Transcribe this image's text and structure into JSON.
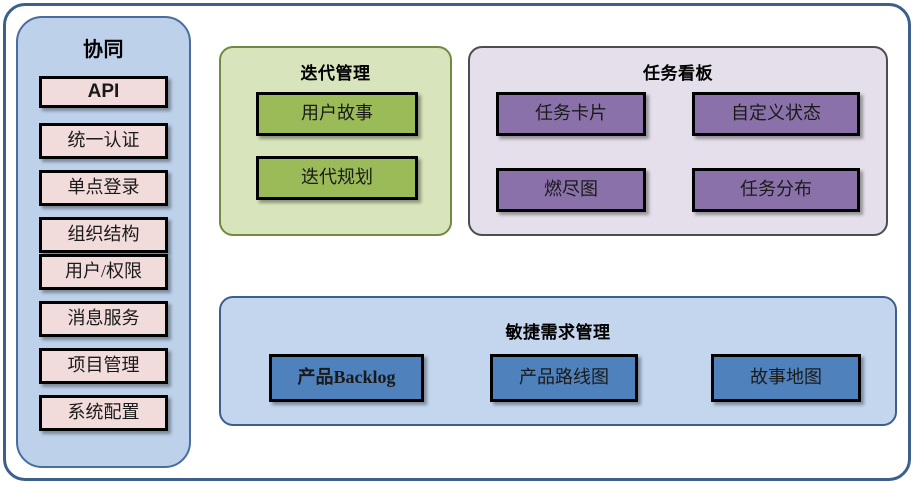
{
  "diagram": {
    "title_semantic": "agile-project-management-architecture",
    "colors": {
      "frame_border": "#3c5f8e",
      "sidebar_fill": "#bdd1ea",
      "sidebar_border": "#4a6d9e",
      "pink_box": "#f2dcdb",
      "green_panel_fill": "#d8e4bc",
      "green_panel_border": "#6f8b3f",
      "green_box": "#9bbb59",
      "purple_panel_fill": "#e4dfea",
      "purple_panel_border": "#4d4d4d",
      "purple_box": "#8b71aa",
      "blue_panel_fill": "#c3d6ee",
      "blue_panel_border": "#3c5f8e",
      "blue_box": "#4f81bd",
      "box_border": "#000000"
    }
  },
  "sidebar": {
    "title": "协同",
    "items": [
      {
        "label": "API"
      },
      {
        "label": "统一认证"
      },
      {
        "label": "单点登录"
      },
      {
        "label": "组织结构"
      },
      {
        "label": "用户/权限"
      },
      {
        "label": "消息服务"
      },
      {
        "label": "项目管理"
      },
      {
        "label": "系统配置"
      }
    ]
  },
  "iteration_panel": {
    "title": "迭代管理",
    "items": [
      {
        "label": "用户故事"
      },
      {
        "label": "迭代规划"
      }
    ]
  },
  "taskboard_panel": {
    "title": "任务看板",
    "items": [
      {
        "label": "任务卡片"
      },
      {
        "label": "自定义状态"
      },
      {
        "label": "燃尽图"
      },
      {
        "label": "任务分布"
      }
    ]
  },
  "requirements_panel": {
    "title": "敏捷需求管理",
    "items": [
      {
        "label": "产品Backlog"
      },
      {
        "label": "产品路线图"
      },
      {
        "label": "故事地图"
      }
    ]
  }
}
